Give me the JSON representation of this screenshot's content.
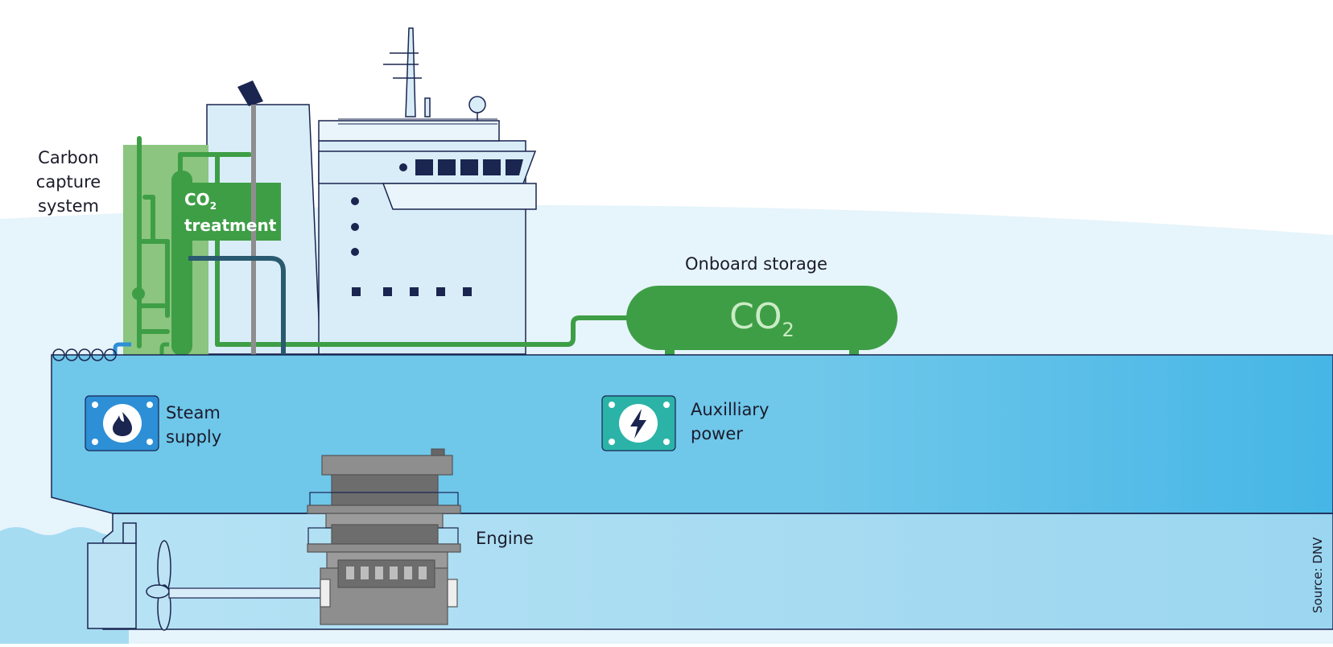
{
  "labels": {
    "carbon_capture_line1": "Carbon",
    "carbon_capture_line2": "capture",
    "carbon_capture_line3": "system",
    "co2_treatment_prefix": "CO",
    "co2_treatment_sub": "2",
    "co2_treatment_word": "treatment",
    "onboard_storage": "Onboard storage",
    "tank_prefix": "CO",
    "tank_sub": "2",
    "steam_line1": "Steam",
    "steam_line2": "supply",
    "aux_line1": "Auxilliary",
    "aux_line2": "power",
    "engine": "Engine",
    "source": "Source: DNV"
  },
  "colors": {
    "sea_light": "#e6f4fb",
    "hull": "#6fc7ea",
    "hull_dark": "#45b6e6",
    "lower_hull": "#a6dcf2",
    "superstructure": "#d9edf8",
    "green": "#3e9e46",
    "green_light": "#8bc57f",
    "navy": "#1a2550",
    "teal_pipe": "#2a5a70",
    "grey_pipe": "#8e8e8e",
    "steam_box": "#2d8fd6",
    "aux_box": "#2bb3a8"
  },
  "icons": {
    "steam": "flame-icon",
    "aux": "lightning-icon"
  }
}
